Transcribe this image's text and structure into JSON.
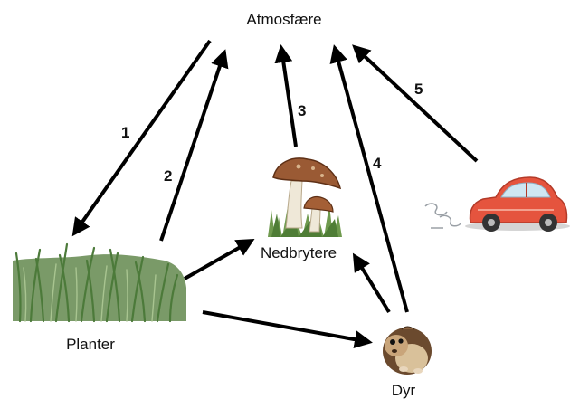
{
  "title": "",
  "nodes": {
    "atmosphere": {
      "label": "Atmosfære"
    },
    "decomposers": {
      "label": "Nedbrytere",
      "icon": "mushroom-icon"
    },
    "plants": {
      "label": "Planter",
      "icon": "grass-icon"
    },
    "animals": {
      "label": "Dyr",
      "icon": "hamster-icon"
    },
    "vehicle": {
      "label": "",
      "icon": "car-icon"
    }
  },
  "arrows": [
    {
      "id": "1",
      "label": "1",
      "from": "atmosphere",
      "to": "plants"
    },
    {
      "id": "2",
      "label": "2",
      "from": "plants",
      "to": "atmosphere"
    },
    {
      "id": "3",
      "label": "3",
      "from": "decomposers",
      "to": "atmosphere"
    },
    {
      "id": "4",
      "label": "4",
      "from": "animals",
      "to": "atmosphere"
    },
    {
      "id": "5",
      "label": "5",
      "from": "vehicle",
      "to": "atmosphere"
    },
    {
      "id": "plants-decomposers",
      "label": "",
      "from": "plants",
      "to": "decomposers"
    },
    {
      "id": "plants-animals",
      "label": "",
      "from": "plants",
      "to": "animals"
    },
    {
      "id": "animals-decomposers",
      "label": "",
      "from": "animals",
      "to": "decomposers"
    }
  ],
  "colors": {
    "arrow": "#000000",
    "grass": "#7a9a68",
    "mushroom_cap": "#9a5a34",
    "car": "#e5543e",
    "hamster": "#6b4a2e"
  }
}
